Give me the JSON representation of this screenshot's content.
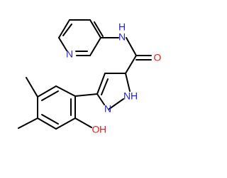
{
  "molecule": {
    "atoms": [
      {
        "id": "py_n",
        "label": "N",
        "color": "#1f1fdc"
      },
      {
        "id": "amide_nh",
        "label": "N",
        "color": "#1f1fdc"
      },
      {
        "id": "amide_h",
        "label": "H",
        "color": "#1f1fdc"
      },
      {
        "id": "amide_o",
        "label": "O",
        "color": "#e01f1f"
      },
      {
        "id": "pz_n1",
        "label": "N",
        "color": "#1f1fdc"
      },
      {
        "id": "pz_nh",
        "label": "N",
        "color": "#1f1fdc"
      },
      {
        "id": "pz_h",
        "label": "H",
        "color": "#1f1fdc"
      },
      {
        "id": "oh_o",
        "label": "O",
        "color": "#e01f1f"
      },
      {
        "id": "oh_h",
        "label": "H",
        "color": "#e01f1f"
      }
    ],
    "bond_color": "#000000"
  }
}
